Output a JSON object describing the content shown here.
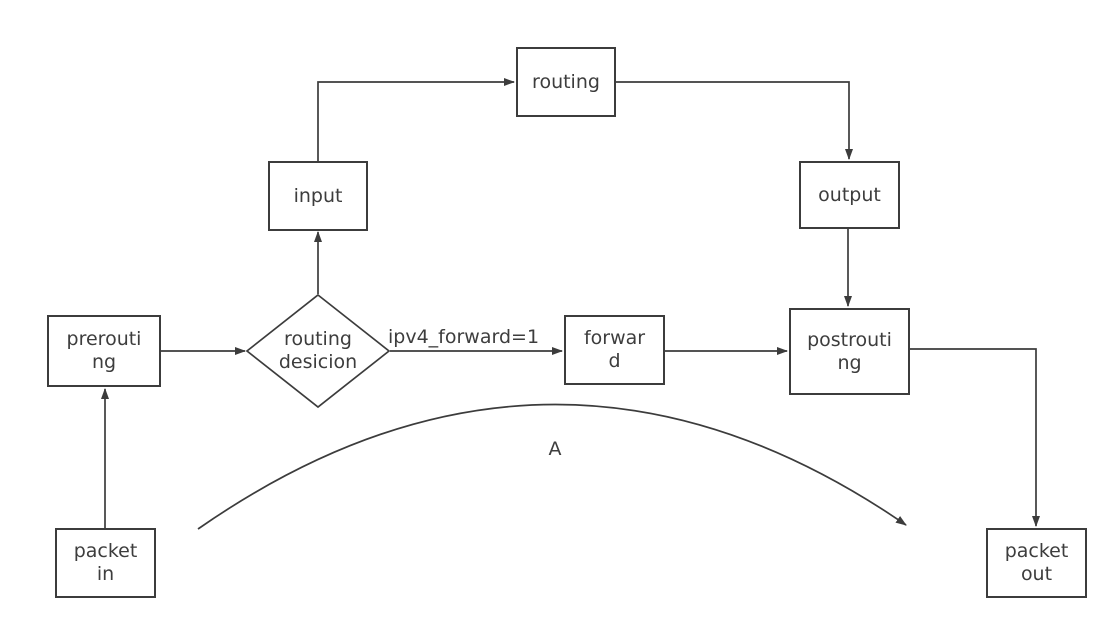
{
  "canvas": {
    "background": "#ffffff",
    "stroke_color": "#3c3c3c",
    "text_color": "#3d3d3d"
  },
  "nodes": {
    "routing": {
      "lines": [
        "routing"
      ]
    },
    "input": {
      "lines": [
        "input"
      ]
    },
    "output": {
      "lines": [
        "output"
      ]
    },
    "prerouting": {
      "lines": [
        "prerouti",
        "ng"
      ]
    },
    "decision": {
      "lines": [
        "routing",
        "desicion"
      ]
    },
    "forward": {
      "lines": [
        "forwar",
        "d"
      ]
    },
    "postrouting": {
      "lines": [
        "postrouti",
        "ng"
      ]
    },
    "packet_in": {
      "lines": [
        "packet",
        "in"
      ]
    },
    "packet_out": {
      "lines": [
        "packet",
        "out"
      ]
    }
  },
  "edge_labels": {
    "forward_condition": "ipv4_forward=1",
    "bypass_arc": "A"
  },
  "edges": [
    {
      "from": "packet_in",
      "to": "prerouting",
      "shape": "straight-up"
    },
    {
      "from": "prerouting",
      "to": "decision",
      "shape": "straight-right"
    },
    {
      "from": "decision",
      "to": "input",
      "shape": "straight-up"
    },
    {
      "from": "input",
      "to": "routing",
      "shape": "elbow-up-right"
    },
    {
      "from": "routing",
      "to": "output",
      "shape": "elbow-right-down"
    },
    {
      "from": "output",
      "to": "postrouting",
      "shape": "straight-down"
    },
    {
      "from": "decision",
      "to": "forward",
      "shape": "straight-right",
      "label": "ipv4_forward=1"
    },
    {
      "from": "forward",
      "to": "postrouting",
      "shape": "straight-right"
    },
    {
      "from": "postrouting",
      "to": "packet_out",
      "shape": "elbow-right-down"
    },
    {
      "from": "bottom-left",
      "to": "bottom-right",
      "shape": "curved-arc",
      "label": "A"
    }
  ]
}
